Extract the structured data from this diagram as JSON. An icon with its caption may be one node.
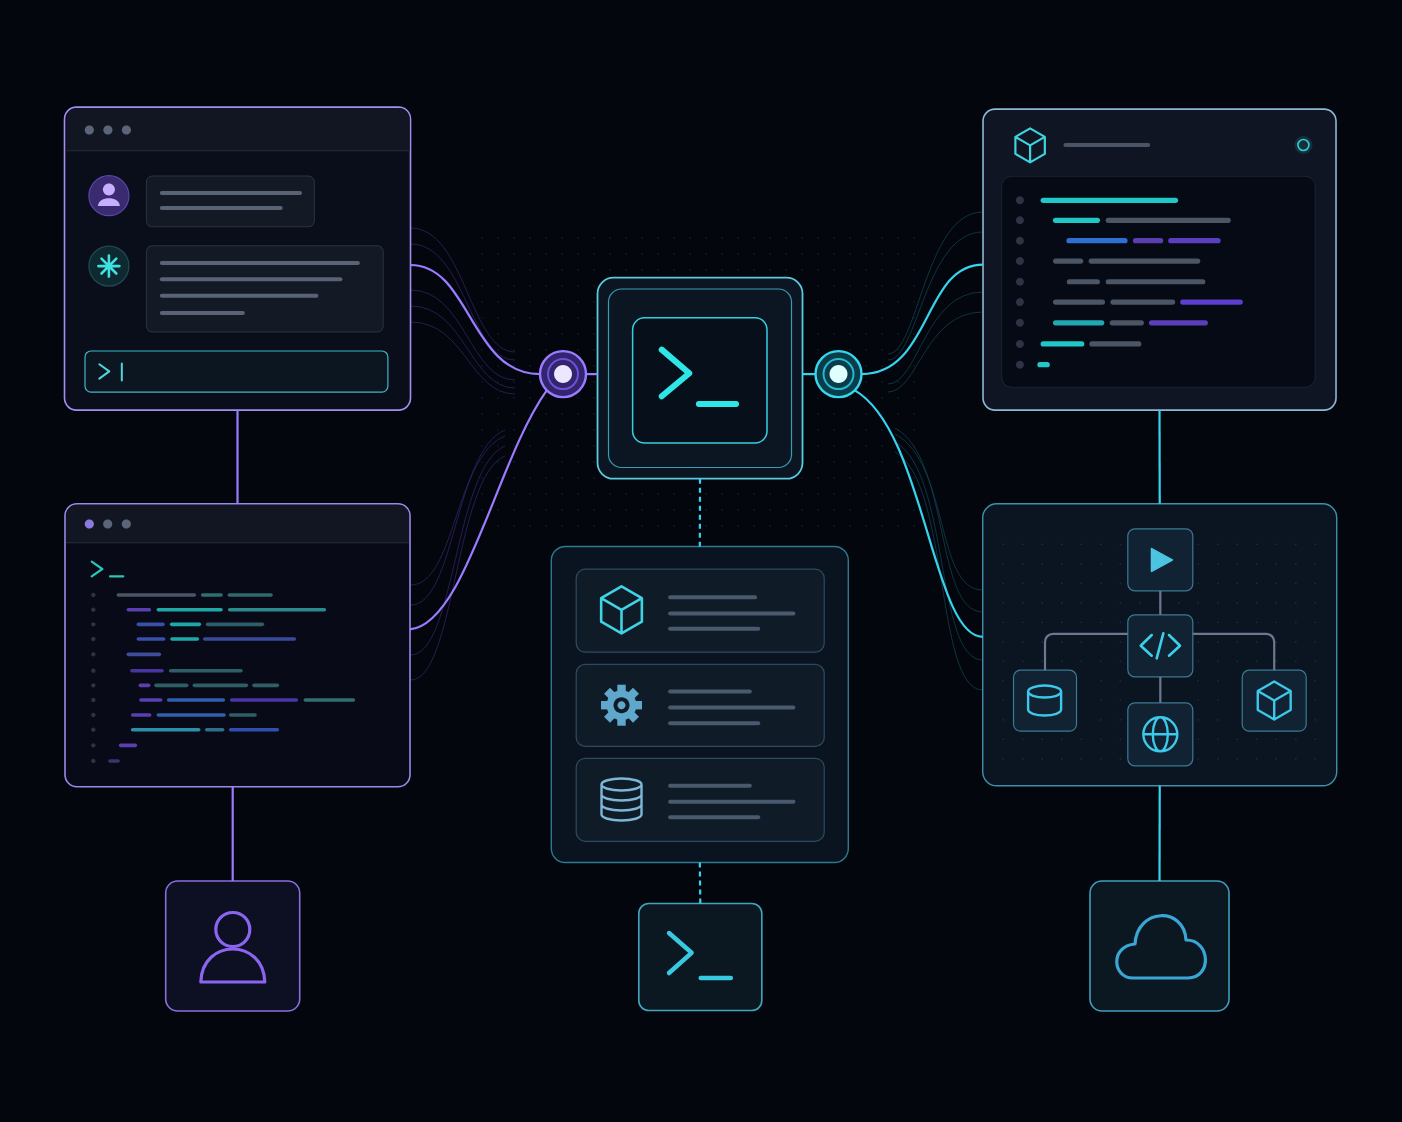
{
  "diagram": {
    "nodes": [
      {
        "text": [],
        "shape": "box"
      },
      {
        "text": [],
        "shape": "circle"
      },
      {
        "text": [],
        "shape": "box"
      },
      {
        "text": [],
        "shape": "circle"
      },
      {
        "text": [],
        "shape": "box"
      },
      {
        "text": [],
        "shape": "box"
      },
      {
        "text": [],
        "shape": "box"
      },
      {
        "text": [],
        "shape": "box",
        "in": 6
      },
      {
        "text": [],
        "shape": "box",
        "in": 6
      },
      {
        "text": [],
        "shape": "box",
        "in": 6
      },
      {
        "text": [],
        "shape": "box"
      },
      {
        "text": [],
        "shape": "box",
        "in": 10
      },
      {
        "text": [],
        "shape": "box",
        "in": 10
      },
      {
        "text": [],
        "shape": "box",
        "in": 10
      },
      {
        "text": [],
        "shape": "box",
        "in": 10
      },
      {
        "text": [],
        "shape": "box",
        "in": 10
      },
      {
        "text": [],
        "shape": "box"
      },
      {
        "text": [],
        "shape": "box"
      },
      {
        "text": [],
        "shape": "box"
      }
    ],
    "edges": [
      {
        "from": 0,
        "to": 1,
        "arrow": "none",
        "color": "#9b7bff"
      },
      {
        "from": 5,
        "to": 1,
        "arrow": "none",
        "color": "#9b7bff"
      },
      {
        "from": 1,
        "to": 2,
        "arrow": "none",
        "color": "#9b7bff"
      },
      {
        "from": 2,
        "to": 3,
        "arrow": "none"
      },
      {
        "from": 3,
        "to": 4,
        "arrow": "none"
      },
      {
        "from": 3,
        "to": 10,
        "arrow": "none"
      },
      {
        "from": 0,
        "to": 5,
        "arrow": "none",
        "color": "#9b7bff"
      },
      {
        "from": 5,
        "to": 16,
        "arrow": "none",
        "color": "#9b7bff"
      },
      {
        "from": 4,
        "to": 10,
        "arrow": "none"
      },
      {
        "from": 10,
        "to": 18,
        "arrow": "none"
      },
      {
        "from": 2,
        "to": 6,
        "arrow": "none",
        "style": "dashed"
      },
      {
        "from": 6,
        "to": 17,
        "arrow": "none",
        "style": "dashed"
      },
      {
        "from": 11,
        "to": 12,
        "arrow": "none",
        "color": "#6b7890"
      },
      {
        "from": 12,
        "to": 13,
        "arrow": "none",
        "color": "#6b7890"
      },
      {
        "from": 12,
        "to": 15,
        "arrow": "none",
        "color": "#6b7890"
      },
      {
        "from": 12,
        "to": 14,
        "arrow": "none",
        "color": "#6b7890"
      }
    ]
  }
}
